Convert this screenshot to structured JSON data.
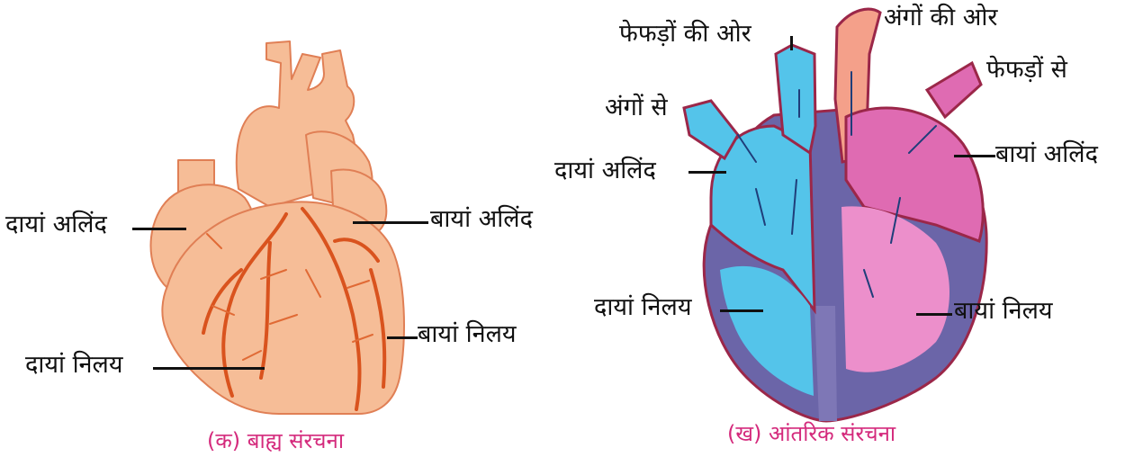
{
  "external": {
    "caption": "(क) बाह्य संरचना",
    "labels": {
      "right_atrium": "दायां अलिंद",
      "left_atrium": "बायां अलिंद",
      "left_ventricle": "बायां निलय",
      "right_ventricle": "दायां निलय"
    }
  },
  "internal": {
    "caption": "(ख) आंतरिक संरचना",
    "labels": {
      "to_lungs": "फेफड़ों की ओर",
      "to_organs": "अंगों की ओर",
      "from_lungs": "फेफड़ों से",
      "from_organs": "अंगों से",
      "right_atrium": "दायां अलिंद",
      "left_atrium": "बायां अलिंद",
      "right_ventricle": "दायां निलय",
      "left_ventricle": "बायां निलय"
    }
  },
  "colors": {
    "external_fill": "#f6bd97",
    "external_vessels": "#d9531e",
    "deoxygenated": "#54c4ea",
    "oxygenated": "#df6bb2",
    "myocardium": "#6b65a8",
    "septum": "#7e77b6",
    "outline": "#9b2749",
    "caption_pink": "#d42a7c"
  }
}
